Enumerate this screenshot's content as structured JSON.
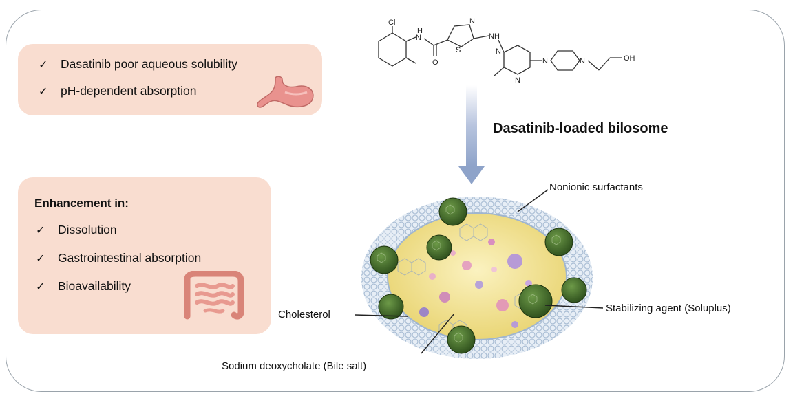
{
  "problems": {
    "items": [
      {
        "check": "✓",
        "text": "Dasatinib poor aqueous solubility"
      },
      {
        "check": "✓",
        "text": "pH-dependent absorption"
      }
    ]
  },
  "enhancement": {
    "heading": "Enhancement in:",
    "items": [
      {
        "check": "✓",
        "text": "Dissolution"
      },
      {
        "check": "✓",
        "text": "Gastrointestinal absorption"
      },
      {
        "check": "✓",
        "text": "Bioavailability"
      }
    ]
  },
  "molecule": {
    "atoms": [
      "Cl",
      "N",
      "H",
      "O",
      "N",
      "S",
      "NH",
      "N",
      "N",
      "N",
      "N",
      "OH"
    ]
  },
  "process_title": "Dasatinib-loaded bilosome",
  "bilosome_labels": {
    "surfactants": "Nonionic surfactants",
    "cholesterol": "Cholesterol",
    "stabilizer": "Stabilizing agent (Soluplus)",
    "bile_salt": "Sodium deoxycholate (Bile salt)"
  },
  "colors": {
    "card_bg": "#f9ddd0",
    "arrow": "#8ea3c9",
    "core": "#f3e08a",
    "cluster": "#3f6b2a",
    "mesh": "#b9c9dc"
  },
  "icons": [
    "stomach-icon",
    "intestine-icon",
    "check-icon",
    "arrow-down-icon"
  ]
}
